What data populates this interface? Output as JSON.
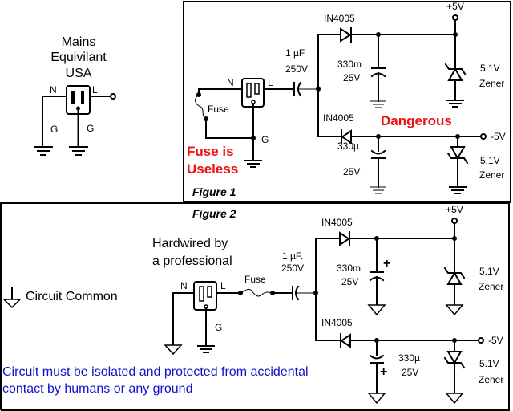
{
  "colors": {
    "warning": "#ee1111",
    "note": "#1111cc",
    "line": "#000000"
  },
  "legend": {
    "title_lines": [
      "Mains",
      "Equivilant",
      "USA"
    ],
    "neutral_label": "N",
    "line_label": "L",
    "ground_label_left": "G",
    "ground_label_right": "G"
  },
  "figure1": {
    "caption": "Figure 1",
    "neutral_label": "N",
    "line_label": "L",
    "ground_label": "G",
    "fuse_label": "Fuse",
    "warning_lines": [
      "Fuse is",
      "Useless"
    ],
    "danger_label": "Dangerous",
    "cap_series": {
      "value": "1 µF",
      "rating": "250V"
    },
    "diode_top": "IN4005",
    "diode_bottom": "IN4005",
    "cap_top": {
      "value": "330m",
      "rating": "25V"
    },
    "cap_bottom": {
      "value": "330µ",
      "rating": "25V"
    },
    "zener_top": {
      "value": "5.1V",
      "type": "Zener"
    },
    "zener_bottom": {
      "value": "5.1V",
      "type": "Zener"
    },
    "rail_pos": "+5V",
    "rail_neg": "-5V"
  },
  "figure2": {
    "caption": "Figure 2",
    "hardwired_lines": [
      "Hardwired by",
      "a professional"
    ],
    "common_legend": "Circuit Common",
    "neutral_label": "N",
    "line_label": "L",
    "ground_label": "G",
    "fuse_label": "Fuse",
    "cap_series": {
      "value": "1 µF.",
      "rating": "250V"
    },
    "diode_top": "IN4005",
    "diode_bottom": "IN4005",
    "cap_top": {
      "value": "330m",
      "rating": "25V",
      "polarity": "+"
    },
    "cap_bottom": {
      "value": "330µ",
      "rating": "25V",
      "polarity": "+"
    },
    "zener_top": {
      "value": "5.1V",
      "type": "Zener"
    },
    "zener_bottom": {
      "value": "5.1V",
      "type": "Zener"
    },
    "rail_pos": "+5V",
    "rail_neg": "-5V",
    "note_lines": [
      "Circuit must be isolated and protected from accidental",
      "contact by humans or any ground"
    ]
  }
}
